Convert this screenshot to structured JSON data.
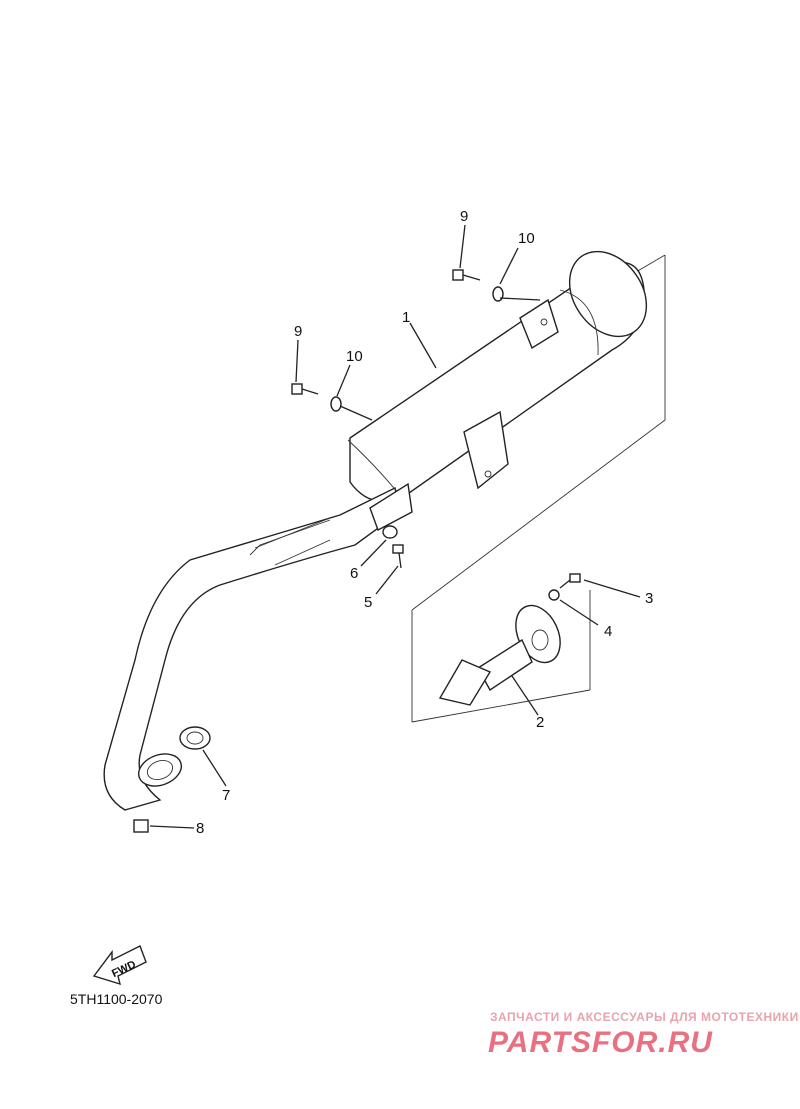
{
  "diagram": {
    "callouts": [
      "1",
      "2",
      "3",
      "4",
      "5",
      "6",
      "7",
      "8",
      "9",
      "9",
      "10",
      "10"
    ],
    "drawing_code": "5TH1100-2070",
    "fwd_label": "FWD"
  },
  "watermark": {
    "tagline": "ЗАПЧАСТИ И АКСЕССУАРЫ ДЛЯ МОТОТЕХНИКИ",
    "logo_text": "PARTSFOR.RU"
  }
}
